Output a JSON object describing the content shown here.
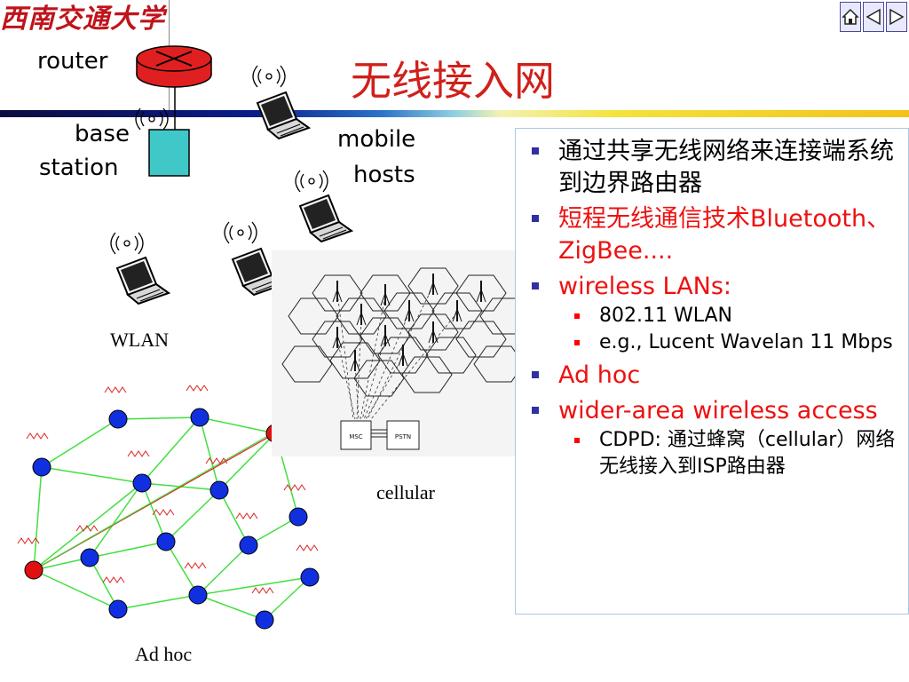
{
  "header": {
    "logo_text": "西南交通大学",
    "title": "无线接入网"
  },
  "nav": {
    "home_icon": "home-icon",
    "back_icon": "triangle-left-icon",
    "forward_icon": "triangle-right-icon"
  },
  "diagram": {
    "router": "router",
    "base_station_line1": "base",
    "base_station_line2": "station",
    "mobile_hosts_line1": "mobile",
    "mobile_hosts_line2": "hosts",
    "wlan": "WLAN",
    "cellular": "cellular",
    "ad_hoc": "Ad hoc",
    "msc": "MSC",
    "pstn": "PSTN"
  },
  "bullets": [
    {
      "text": "通过共享无线网络来连接端系统到边界路由器",
      "color": "#000000"
    },
    {
      "text": "短程无线通信技术Bluetooth、ZigBee....",
      "color": "#ee1010"
    },
    {
      "text": "wireless LANs:",
      "color": "#ee1010",
      "sub": [
        "802.11 WLAN",
        "e.g., Lucent Wavelan 11 Mbps"
      ]
    },
    {
      "text": "Ad hoc",
      "color": "#ee1010"
    },
    {
      "text": "wider-area wireless access",
      "color": "#ee1010",
      "sub": [
        "CDPD: 通过蜂窝（cellular）网络无线接入到ISP路由器"
      ]
    }
  ],
  "colors": {
    "title": "#d0201a",
    "logo": "#c0131b",
    "router": "#e02020",
    "base_station": "#40c8c8",
    "node_blue": "#1030e0",
    "node_red": "#e01010",
    "link": "#40e040"
  }
}
